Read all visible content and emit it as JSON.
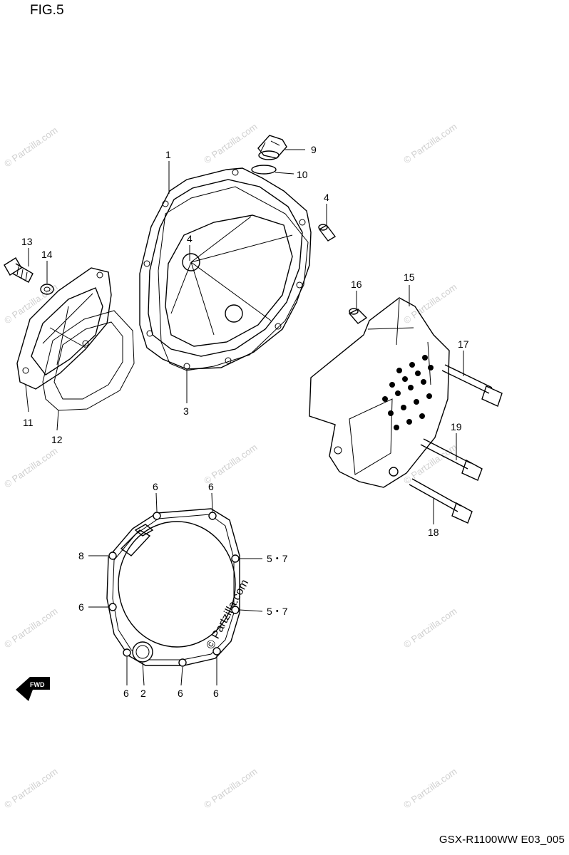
{
  "figure": {
    "title": "FIG.5",
    "code": "GSX-R1100WW  E03_005"
  },
  "watermark": {
    "text": "© Partzilla.com"
  },
  "callouts": {
    "c1": "1",
    "c2": "2",
    "c3": "3",
    "c4a": "4",
    "c4b": "4",
    "c5_7a": "5・7",
    "c5_7b": "5・7",
    "c6a": "6",
    "c6b": "6",
    "c6c": "6",
    "c6d": "6",
    "c6e": "6",
    "c6f": "6",
    "c8": "8",
    "c9": "9",
    "c10": "10",
    "c11": "11",
    "c12": "12",
    "c13": "13",
    "c14": "14",
    "c15": "15",
    "c16": "16",
    "c17": "17",
    "c18": "18",
    "c19": "19"
  },
  "fwd_arrow": {
    "text": "FWD",
    "icon": "forward-arrow-icon"
  }
}
